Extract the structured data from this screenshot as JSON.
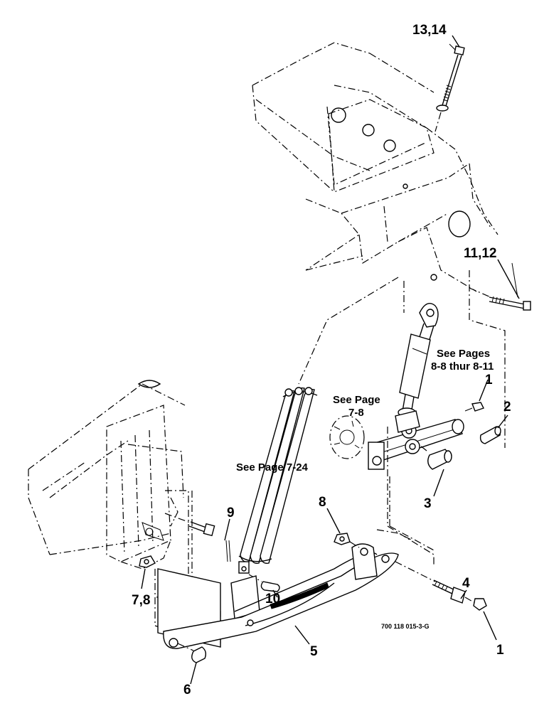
{
  "callouts": {
    "c13_14": "13,14",
    "c11_12": "11,12",
    "c1_top": "1",
    "c2": "2",
    "c3": "3",
    "c8": "8",
    "c9": "9",
    "c10": "10",
    "c7_8": "7,8",
    "c4": "4",
    "c1_bottom": "1",
    "c5": "5",
    "c6": "6"
  },
  "references": {
    "see_pages_l1": "See Pages",
    "see_pages_l2": "8-8 thur 8-11",
    "see_page_78_l1": "See Page",
    "see_page_78_l2": "7-8",
    "see_page_724": "See Page 7-24"
  },
  "drawing_number": "700 118 015-3-G"
}
